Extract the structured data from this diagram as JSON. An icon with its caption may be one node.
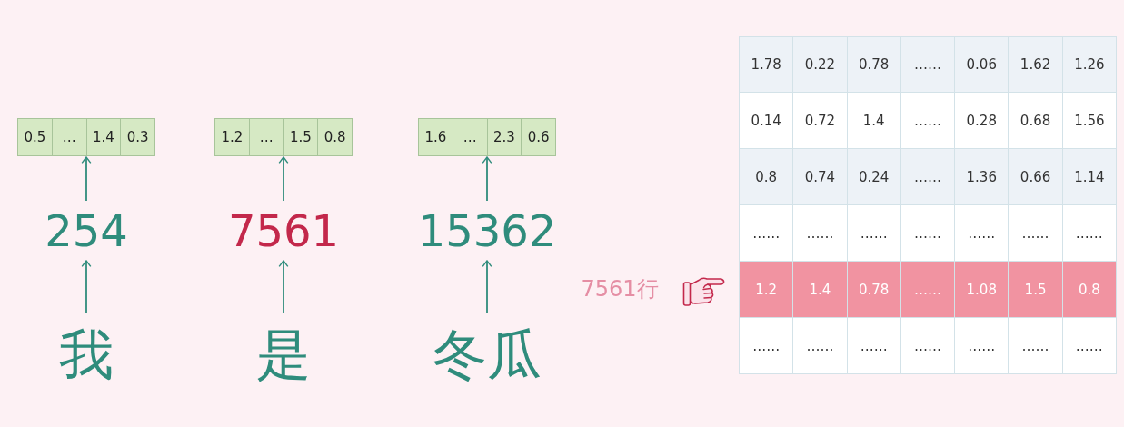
{
  "diagram": {
    "nodes": [
      {
        "text": [
          "0.5",
          "…",
          "1.4",
          "0.3"
        ]
      },
      {
        "text": [
          "1.2",
          "…",
          "1.5",
          "0.8"
        ]
      },
      {
        "text": [
          "1.6",
          "…",
          "2.3",
          "0.6"
        ]
      },
      {
        "text": [
          "254"
        ]
      },
      {
        "text": [
          "7561"
        ]
      },
      {
        "text": [
          "15362"
        ]
      },
      {
        "text": [
          "我"
        ]
      },
      {
        "text": [
          "是"
        ]
      },
      {
        "text": [
          "冬瓜"
        ]
      },
      {
        "text": [
          "1.78",
          "0.22",
          "0.78",
          "……",
          "0.06",
          "1.62",
          "1.26"
        ]
      },
      {
        "text": [
          "0.14",
          "0.72",
          "1.4",
          "……",
          "0.28",
          "0.68",
          "1.56"
        ]
      },
      {
        "text": [
          "0.8",
          "0.74",
          "0.24",
          "……",
          "1.36",
          "0.66",
          "1.14"
        ]
      },
      {
        "text": [
          "……",
          "……",
          "……",
          "……",
          "……",
          "……",
          "……"
        ]
      },
      {
        "text": [
          "1.2",
          "1.4",
          "0.78",
          "……",
          "1.08",
          "1.5",
          "0.8"
        ]
      },
      {
        "text": [
          "……",
          "……",
          "……",
          "……",
          "……",
          "……",
          "……"
        ]
      }
    ],
    "edges": [
      {
        "from": 6,
        "to": 3,
        "arrow": "to"
      },
      {
        "from": 3,
        "to": 0,
        "arrow": "to"
      },
      {
        "from": 7,
        "to": 4,
        "arrow": "to"
      },
      {
        "from": 4,
        "to": 1,
        "arrow": "to"
      },
      {
        "from": 8,
        "to": 5,
        "arrow": "to"
      },
      {
        "from": 5,
        "to": 2,
        "arrow": "to"
      }
    ],
    "labels": [
      "7561行"
    ]
  }
}
